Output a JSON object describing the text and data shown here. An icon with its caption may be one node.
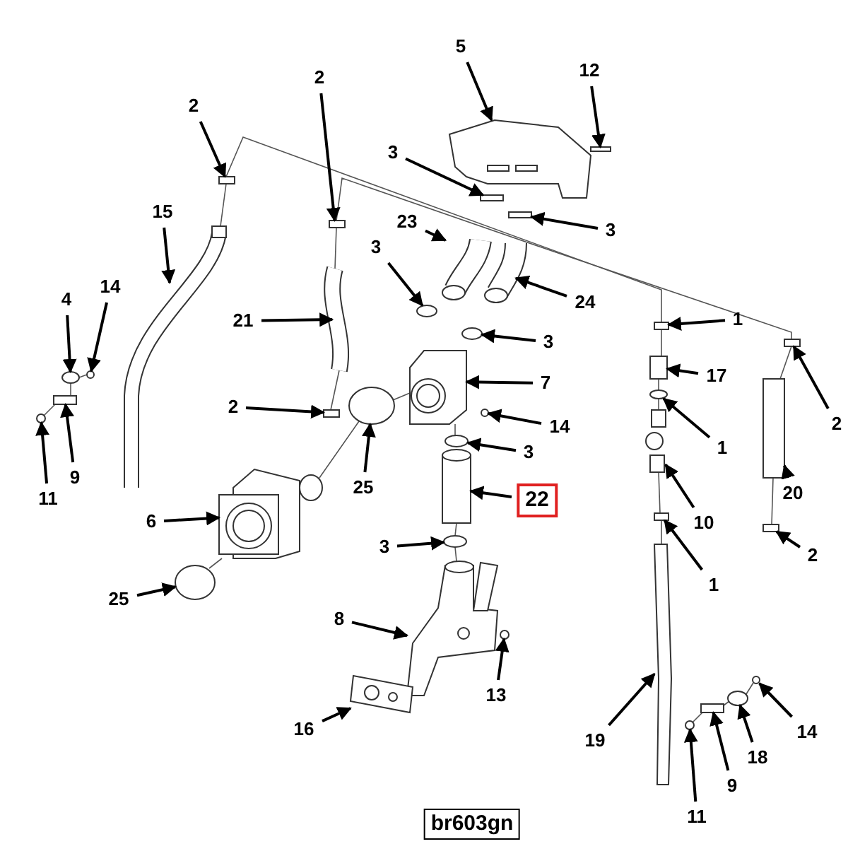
{
  "diagram": {
    "nodes": [
      {
        "text": [
          "5"
        ]
      },
      {
        "text": [
          "12"
        ]
      },
      {
        "text": [
          "2"
        ]
      },
      {
        "text": [
          "2"
        ]
      },
      {
        "text": [
          "3"
        ]
      },
      {
        "text": [
          "3"
        ]
      },
      {
        "text": [
          "23"
        ]
      },
      {
        "text": [
          "15"
        ]
      },
      {
        "text": [
          "3"
        ]
      },
      {
        "text": [
          "24"
        ]
      },
      {
        "text": [
          "4"
        ]
      },
      {
        "text": [
          "14"
        ]
      },
      {
        "text": [
          "21"
        ]
      },
      {
        "text": [
          "1"
        ]
      },
      {
        "text": [
          "3"
        ]
      },
      {
        "text": [
          "2"
        ]
      },
      {
        "text": [
          "17"
        ]
      },
      {
        "text": [
          "7"
        ]
      },
      {
        "text": [
          "2"
        ]
      },
      {
        "text": [
          "14"
        ]
      },
      {
        "text": [
          "11"
        ]
      },
      {
        "text": [
          "9"
        ]
      },
      {
        "text": [
          "1"
        ]
      },
      {
        "text": [
          "3"
        ]
      },
      {
        "text": [
          "25"
        ]
      },
      {
        "text": [
          "22"
        ]
      },
      {
        "text": [
          "20"
        ]
      },
      {
        "text": [
          "6"
        ]
      },
      {
        "text": [
          "10"
        ]
      },
      {
        "text": [
          "3"
        ]
      },
      {
        "text": [
          "2"
        ]
      },
      {
        "text": [
          "1"
        ]
      },
      {
        "text": [
          "25"
        ]
      },
      {
        "text": [
          "8"
        ]
      },
      {
        "text": [
          "13"
        ]
      },
      {
        "text": [
          "19"
        ]
      },
      {
        "text": [
          "16"
        ]
      },
      {
        "text": [
          "14"
        ]
      },
      {
        "text": [
          "18"
        ]
      },
      {
        "text": [
          "9"
        ]
      },
      {
        "text": [
          "11"
        ]
      },
      {
        "text": [
          "br603gn"
        ]
      },
      {
        "text": [],
        "shape": "picture"
      },
      {
        "text": [],
        "shape": "box"
      },
      {
        "text": [],
        "shape": "box"
      },
      {
        "text": [],
        "shape": "box"
      },
      {
        "text": [],
        "shape": "box"
      },
      {
        "text": [],
        "shape": "box"
      },
      {
        "text": [],
        "shape": "picture"
      },
      {
        "text": [],
        "shape": "picture"
      },
      {
        "text": [],
        "shape": "circle"
      },
      {
        "text": [],
        "shape": "picture"
      },
      {
        "text": [],
        "shape": "circle"
      },
      {
        "text": [],
        "shape": "circle"
      },
      {
        "text": [],
        "shape": "picture"
      },
      {
        "text": [],
        "shape": "box"
      },
      {
        "text": [],
        "shape": "circle"
      },
      {
        "text": [],
        "shape": "box"
      },
      {
        "text": [],
        "shape": "box"
      },
      {
        "text": [],
        "shape": "picture"
      },
      {
        "text": [],
        "shape": "box"
      },
      {
        "text": [],
        "shape": "circle"
      },
      {
        "text": [],
        "shape": "circle"
      },
      {
        "text": [],
        "shape": "box"
      },
      {
        "text": [],
        "shape": "circle"
      },
      {
        "text": [],
        "shape": "circle"
      },
      {
        "text": [],
        "shape": "circle"
      },
      {
        "text": [],
        "shape": "cylinder"
      },
      {
        "text": [],
        "shape": "box"
      },
      {
        "text": [],
        "shape": "picture"
      },
      {
        "text": [],
        "shape": "picture"
      },
      {
        "text": [],
        "shape": "circle"
      },
      {
        "text": [],
        "shape": "box"
      },
      {
        "text": [],
        "shape": "box"
      },
      {
        "text": [],
        "shape": "circle"
      },
      {
        "text": [],
        "shape": "picture"
      },
      {
        "text": [],
        "shape": "circle"
      },
      {
        "text": [],
        "shape": "picture"
      },
      {
        "text": [],
        "shape": "picture"
      },
      {
        "text": [],
        "shape": "circle"
      },
      {
        "text": [],
        "shape": "circle"
      },
      {
        "text": [],
        "shape": "box"
      },
      {
        "text": [],
        "shape": "circle"
      }
    ],
    "edges": [
      {
        "from": 0,
        "to": 42,
        "arrow": "to"
      },
      {
        "from": 1,
        "to": 43,
        "arrow": "to"
      },
      {
        "from": 2,
        "to": 44,
        "arrow": "to"
      },
      {
        "from": 3,
        "to": 45,
        "arrow": "to"
      },
      {
        "from": 4,
        "to": 46,
        "arrow": "to"
      },
      {
        "from": 5,
        "to": 47,
        "arrow": "to"
      },
      {
        "from": 6,
        "to": 48,
        "arrow": "to"
      },
      {
        "from": 7,
        "to": 49,
        "arrow": "to"
      },
      {
        "from": 8,
        "to": 50,
        "arrow": "to"
      },
      {
        "from": 9,
        "to": 51,
        "arrow": "to"
      },
      {
        "from": 10,
        "to": 52,
        "arrow": "to"
      },
      {
        "from": 11,
        "to": 53,
        "arrow": "to"
      },
      {
        "from": 12,
        "to": 54,
        "arrow": "to"
      },
      {
        "from": 13,
        "to": 55,
        "arrow": "to"
      },
      {
        "from": 14,
        "to": 56,
        "arrow": "to"
      },
      {
        "from": 15,
        "to": 57,
        "arrow": "to"
      },
      {
        "from": 16,
        "to": 58,
        "arrow": "to"
      },
      {
        "from": 17,
        "to": 59,
        "arrow": "to"
      },
      {
        "from": 18,
        "to": 60,
        "arrow": "to"
      },
      {
        "from": 19,
        "to": 61,
        "arrow": "to"
      },
      {
        "from": 20,
        "to": 62,
        "arrow": "to"
      },
      {
        "from": 21,
        "to": 63,
        "arrow": "to"
      },
      {
        "from": 22,
        "to": 64,
        "arrow": "to"
      },
      {
        "from": 23,
        "to": 65,
        "arrow": "to"
      },
      {
        "from": 24,
        "to": 66,
        "arrow": "to"
      },
      {
        "from": 25,
        "to": 67,
        "arrow": "to"
      },
      {
        "from": 26,
        "to": 68,
        "arrow": "to"
      },
      {
        "from": 27,
        "to": 69,
        "arrow": "to"
      },
      {
        "from": 28,
        "to": 70,
        "arrow": "to"
      },
      {
        "from": 29,
        "to": 71,
        "arrow": "to"
      },
      {
        "from": 30,
        "to": 72,
        "arrow": "to"
      },
      {
        "from": 31,
        "to": 73,
        "arrow": "to"
      },
      {
        "from": 32,
        "to": 74,
        "arrow": "to"
      },
      {
        "from": 33,
        "to": 75,
        "arrow": "to"
      },
      {
        "from": 34,
        "to": 76,
        "arrow": "to"
      },
      {
        "from": 35,
        "to": 77,
        "arrow": "to"
      },
      {
        "from": 36,
        "to": 78,
        "arrow": "to"
      },
      {
        "from": 37,
        "to": 79,
        "arrow": "to"
      },
      {
        "from": 38,
        "to": 80,
        "arrow": "to"
      },
      {
        "from": 39,
        "to": 81,
        "arrow": "to"
      },
      {
        "from": 40,
        "to": 82,
        "arrow": "to"
      },
      {
        "from": 44,
        "to": 49,
        "arrow": "none",
        "color": "#555555"
      },
      {
        "from": 44,
        "to": 55,
        "arrow": "none",
        "color": "#555555"
      },
      {
        "from": 45,
        "to": 57,
        "arrow": "none",
        "color": "#555555"
      },
      {
        "from": 45,
        "to": 54,
        "arrow": "none",
        "color": "#555555"
      },
      {
        "from": 54,
        "to": 60,
        "arrow": "none",
        "color": "#555555"
      },
      {
        "from": 55,
        "to": 58,
        "arrow": "none",
        "color": "#555555"
      },
      {
        "from": 58,
        "to": 64,
        "arrow": "none",
        "color": "#555555"
      },
      {
        "from": 64,
        "to": 70,
        "arrow": "none",
        "color": "#555555"
      },
      {
        "from": 70,
        "to": 73,
        "arrow": "none",
        "color": "#555555"
      },
      {
        "from": 73,
        "to": 77,
        "arrow": "none",
        "color": "#555555"
      },
      {
        "from": 57,
        "to": 68,
        "arrow": "none",
        "color": "#555555"
      },
      {
        "from": 68,
        "to": 72,
        "arrow": "none",
        "color": "#555555"
      },
      {
        "from": 59,
        "to": 66,
        "arrow": "none",
        "color": "#555555"
      },
      {
        "from": 66,
        "to": 69,
        "arrow": "none",
        "color": "#555555"
      },
      {
        "from": 69,
        "to": 74,
        "arrow": "none",
        "color": "#555555"
      },
      {
        "from": 59,
        "to": 65,
        "arrow": "none",
        "color": "#555555"
      },
      {
        "from": 67,
        "to": 71,
        "arrow": "none",
        "color": "#555555"
      },
      {
        "from": 71,
        "to": 75,
        "arrow": "none",
        "color": "#555555"
      },
      {
        "from": 82,
        "to": 81,
        "arrow": "none",
        "color": "#555555"
      },
      {
        "from": 81,
        "to": 80,
        "arrow": "none",
        "color": "#555555"
      },
      {
        "from": 80,
        "to": 79,
        "arrow": "none",
        "color": "#555555"
      },
      {
        "from": 62,
        "to": 63,
        "arrow": "none",
        "color": "#555555"
      },
      {
        "from": 63,
        "to": 52,
        "arrow": "none",
        "color": "#555555"
      },
      {
        "from": 52,
        "to": 53,
        "arrow": "none",
        "color": "#555555"
      }
    ]
  }
}
